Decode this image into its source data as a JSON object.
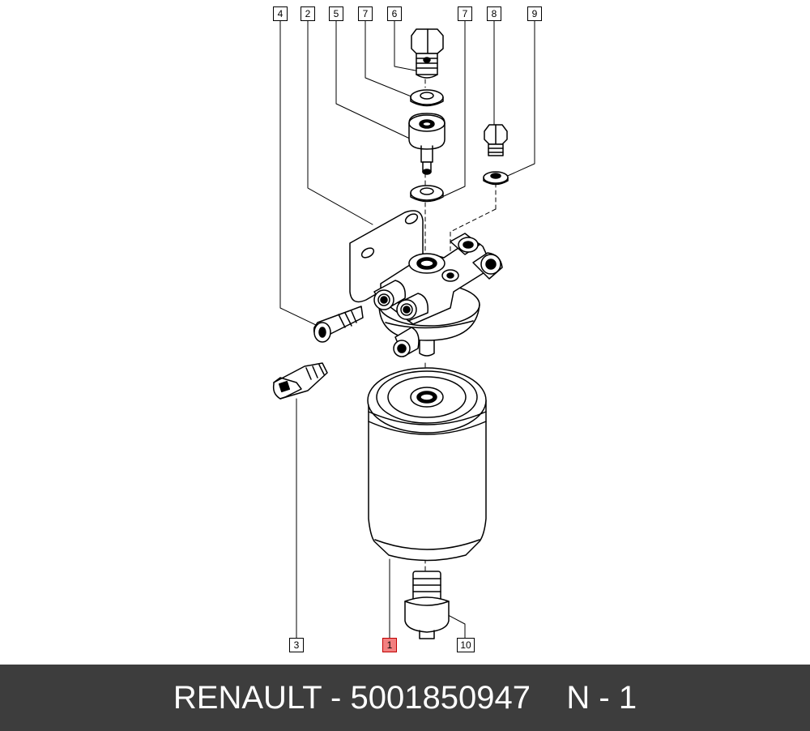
{
  "callouts": {
    "c4": "4",
    "c2": "2",
    "c5": "5",
    "c7a": "7",
    "c6": "6",
    "c7b": "7",
    "c8": "8",
    "c9": "9",
    "c3": "3",
    "c1": "1",
    "c10": "10"
  },
  "footer": {
    "text": "RENAULT - 5001850947    N - 1"
  },
  "colors": {
    "highlight": "#f28080",
    "footer_bg": "#3d3d3d",
    "line": "#000000"
  }
}
